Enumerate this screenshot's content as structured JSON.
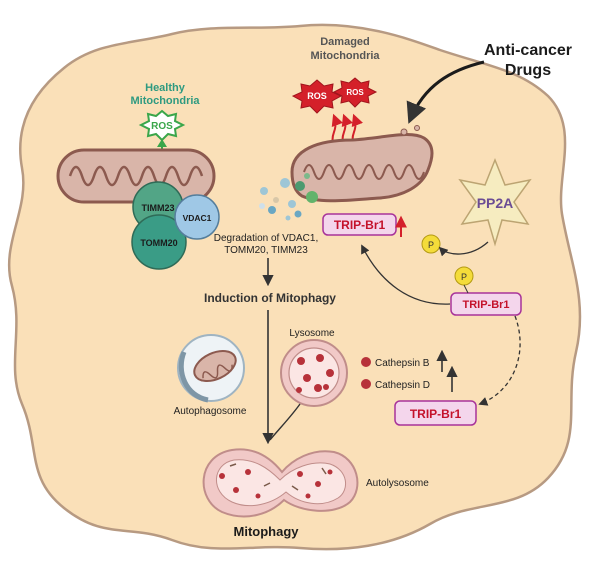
{
  "labels": {
    "healthy_mito_line1": "Healthy",
    "healthy_mito_line2": "Mitochondria",
    "damaged_mito_line1": "Damaged",
    "damaged_mito_line2": "Mitochondria",
    "anticancer_line1": "Anti-cancer",
    "anticancer_line2": "Drugs",
    "ros": "ROS",
    "timm23": "TIMM23",
    "vdac1": "VDAC1",
    "tomm20": "TOMM20",
    "degradation_line1": "Degradation of VDAC1,",
    "degradation_line2": "TOMM20, TIMM23",
    "induction": "Induction of Mitophagy",
    "trip_br1": "TRIP-Br1",
    "pp2a": "PP2A",
    "phospho": "P",
    "lysosome": "Lysosome",
    "cathepsin_b": "Cathepsin B",
    "cathepsin_d": "Cathepsin D",
    "autophagosome": "Autophagosome",
    "autolysosome": "Autolysosome",
    "mitophagy": "Mitophagy"
  },
  "colors": {
    "cell_fill": "#fae0b8",
    "cell_stroke": "#b79a82",
    "healthy_text": "#2e9a80",
    "ros_red": "#d4202a",
    "ros_green": "#3aa64a",
    "trip_fill": "#f4d6ec",
    "trip_stroke": "#a8339a",
    "trip_text": "#c4122b",
    "mito_fill": "#d9b5a9",
    "mito_stroke": "#8c5a4f",
    "lysosome_fill": "#f1c9c7",
    "cathepsin": "#b7323a",
    "timm23": "#52a586",
    "vdac1": "#9fc8e6",
    "tomm20": "#3a9c86",
    "phospho": "#f4dc3a"
  }
}
